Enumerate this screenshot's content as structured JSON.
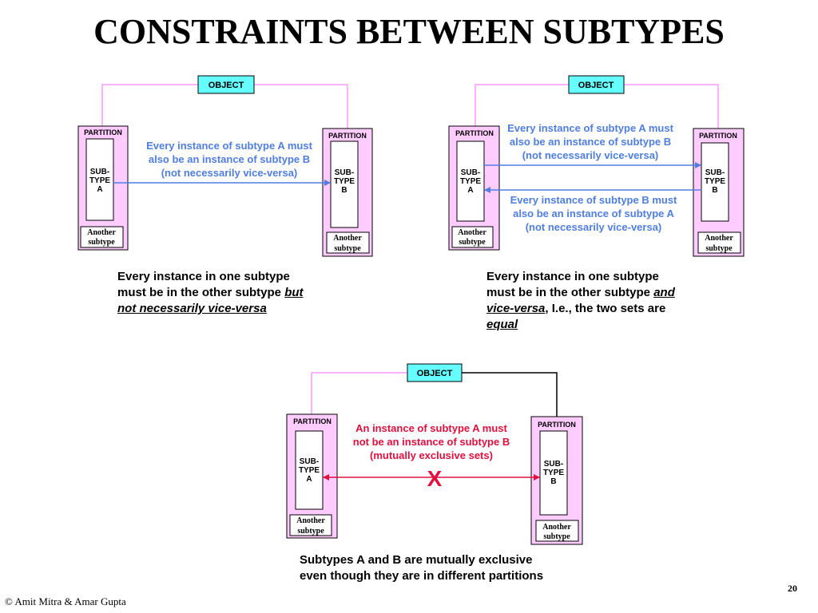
{
  "slide": {
    "title": "CONSTRAINTS BETWEEN SUBTYPES",
    "page_number": "20",
    "footer": "© Amit Mitra & Amar Gupta"
  },
  "diagram": {
    "object_label": "OBJECT",
    "partition_label": "PARTITION",
    "another_subtype_line1": "Another",
    "another_subtype_line2": "subtype",
    "subtype_a": [
      "SUB-",
      "TYPE",
      "A"
    ],
    "subtype_b": [
      "SUB-",
      "TYPE",
      "B"
    ],
    "note_a_in_b": [
      "Every instance of subtype A must",
      "also be an instance of subtype B",
      "(not necessarily vice-versa)"
    ],
    "note_b_in_a": [
      "Every instance of subtype B must",
      "also be an instance of subtype A",
      "(not necessarily vice-versa)"
    ],
    "note_exclusive": [
      "An instance of subtype A must",
      "not be an instance of subtype B",
      "(mutually exclusive sets)"
    ],
    "exclusion_mark": "X",
    "colors": {
      "object_fill": "#66ffff",
      "partition_fill": "#ffccff",
      "pink_line": "#ff99ff",
      "blue_arrow": "#4f7ee0",
      "red_arrow": "#e0103e"
    }
  },
  "captions": {
    "left": {
      "line1": "Every instance in one subtype",
      "line2_plain": "must be in the other subtype ",
      "line2_ul": "but",
      "line3_ul": "not necessarily vice-versa"
    },
    "right": {
      "line1": "Every instance in one subtype",
      "line2_plain": "must be in the other subtype ",
      "line2_ul": "and",
      "line3_ul": "vice-versa",
      "line3_plain": ", I.e., the two sets are",
      "line4_ul": "equal"
    },
    "bottom": {
      "line1": "Subtypes A and B are mutually exclusive",
      "line2": "even though they are in different partitions"
    }
  }
}
